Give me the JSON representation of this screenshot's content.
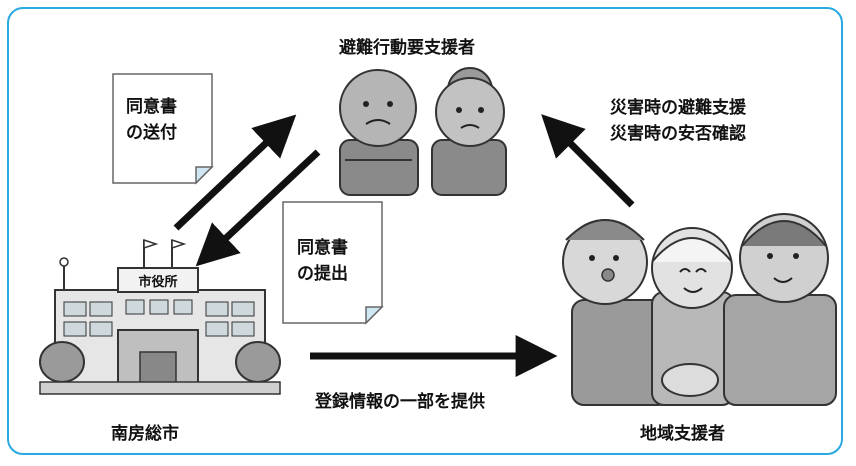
{
  "nodes": {
    "top_label": "避難行動要支援者",
    "left_label": "南房総市",
    "right_label": "地域支援者"
  },
  "documents": {
    "send_line1": "同意書",
    "send_line2": "の送付",
    "submit_line1": "同意書",
    "submit_line2": "の提出"
  },
  "arrows": {
    "support_line1": "災害時の避難支援",
    "support_line2": "災害時の安否確認",
    "info_label": "登録情報の一部を提供"
  },
  "building": {
    "sign": "市役所"
  },
  "colors": {
    "frame": "#29a9e0",
    "doc_fold": "#cfe6f3",
    "arrow": "#111111"
  }
}
